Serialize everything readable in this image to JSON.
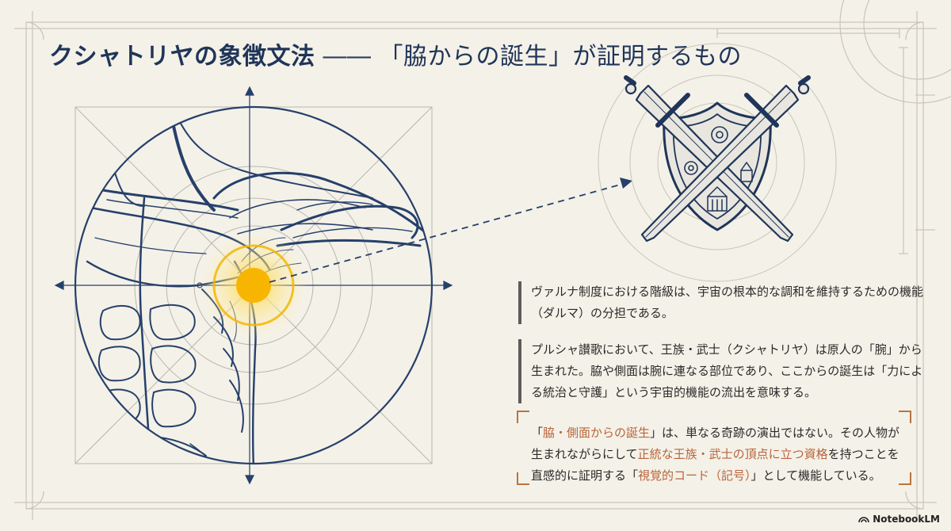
{
  "title": {
    "main": "クシャトリヤの象徴文法",
    "dash": "――",
    "sub": "「脇からの誕生」が証明するもの"
  },
  "paragraph1": "ヴァルナ制度における階級は、宇宙の根本的な調和を維持するための機能（ダルマ）の分担である。",
  "paragraph2": "プルシャ讃歌において、王族・武士（クシャトリヤ）は原人の「腕」から生まれた。脇や側面は腕に連なる部位であり、ここからの誕生は「力による統治と守護」という宇宙的機能の流出を意味する。",
  "callout": {
    "part1": "「",
    "hl1": "脇・側面からの誕生",
    "part2": "」は、単なる奇跡の演出ではない。その人物が生まれながらにして",
    "hl2": "正統な王族・武士の頂点に立つ資格",
    "part3": "を持つことを直感的に証明する「",
    "hl3": "視覚的コード（記号）",
    "part4": "」として機能している。"
  },
  "logo": {
    "label": "NotebookLM",
    "icon": "notebooklm-logo-icon"
  },
  "colors": {
    "background": "#f4f1e8",
    "title": "#1f3559",
    "line_art": "#26406b",
    "highlight": "#b8653a",
    "glow": "#f7b500"
  }
}
